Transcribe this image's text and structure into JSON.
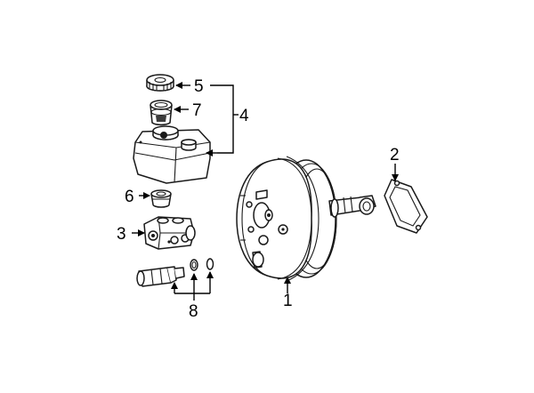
{
  "diagram": {
    "type": "exploded-parts",
    "callouts": [
      {
        "id": "1",
        "label": "1"
      },
      {
        "id": "2",
        "label": "2"
      },
      {
        "id": "3",
        "label": "3"
      },
      {
        "id": "4",
        "label": "4"
      },
      {
        "id": "5",
        "label": "5"
      },
      {
        "id": "6",
        "label": "6"
      },
      {
        "id": "7",
        "label": "7"
      },
      {
        "id": "8",
        "label": "8"
      }
    ]
  }
}
